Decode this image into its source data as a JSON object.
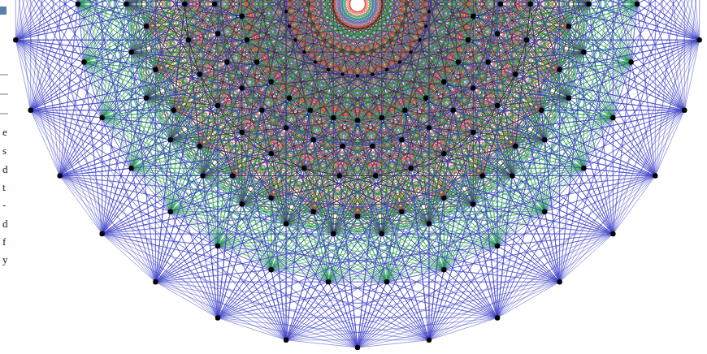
{
  "diagram": {
    "labels": [
      "e",
      "s",
      "d",
      "t",
      "-",
      "d",
      "f",
      "y"
    ]
  }
}
